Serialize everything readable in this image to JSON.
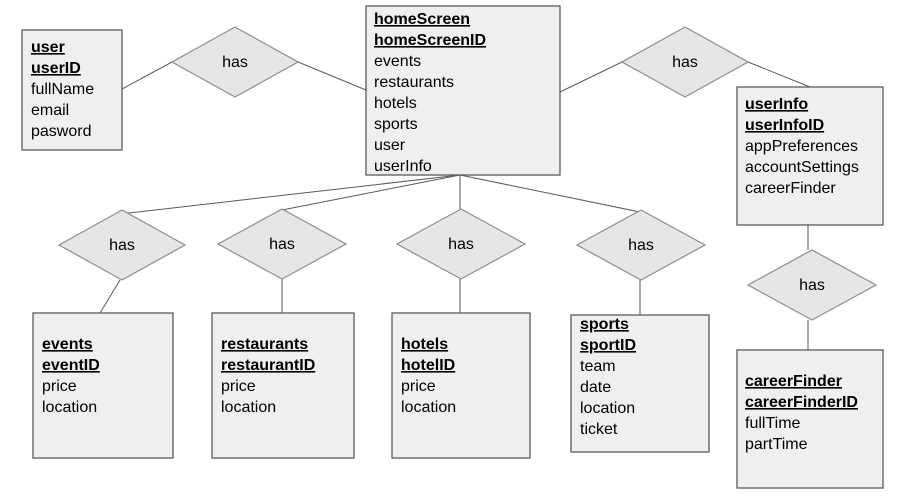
{
  "entities": {
    "user": {
      "name": "user",
      "key": "userID",
      "attributes": [
        "fullName",
        "email",
        "pasword"
      ]
    },
    "homeScreen": {
      "name": "homeScreen",
      "key": "homeScreenID",
      "attributes": [
        "events",
        "restaurants",
        "hotels",
        "sports",
        "user",
        "userInfo"
      ]
    },
    "userInfo": {
      "name": "userInfo",
      "key": "userInfoID",
      "attributes": [
        "appPreferences",
        "accountSettings",
        "careerFinder"
      ]
    },
    "events": {
      "name": "events",
      "key": "eventID",
      "attributes": [
        "price",
        "location"
      ]
    },
    "restaurants": {
      "name": "restaurants",
      "key": "restaurantID",
      "attributes": [
        "price",
        "location"
      ]
    },
    "hotels": {
      "name": "hotels",
      "key": "hotelID",
      "attributes": [
        "price",
        "location"
      ]
    },
    "sports": {
      "name": "sports",
      "key": "sportID",
      "attributes": [
        "team",
        "date",
        "location",
        "ticket"
      ]
    },
    "careerFinder": {
      "name": "careerFinder",
      "key": "careerFinderID",
      "attributes": [
        "fullTime",
        "partTime"
      ]
    }
  },
  "relationships": {
    "user_home": {
      "label": "has"
    },
    "home_userinfo": {
      "label": "has"
    },
    "home_events": {
      "label": "has"
    },
    "home_restaurants": {
      "label": "has"
    },
    "home_hotels": {
      "label": "has"
    },
    "home_sports": {
      "label": "has"
    },
    "userinfo_career": {
      "label": "has"
    }
  }
}
